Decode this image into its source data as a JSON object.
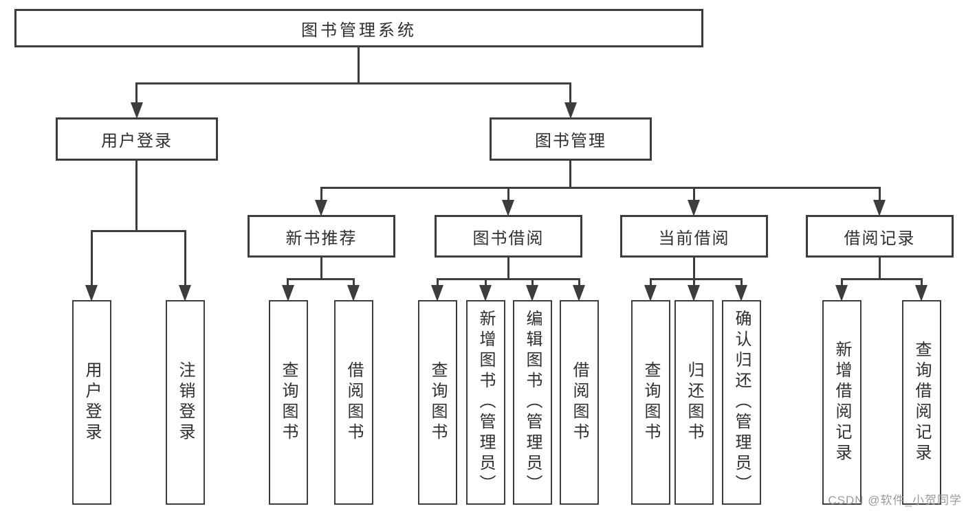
{
  "nodes": {
    "root": "图书管理系统",
    "level2": [
      "用户登录",
      "图书管理"
    ],
    "level3": [
      "新书推荐",
      "图书借阅",
      "当前借阅",
      "借阅记录"
    ],
    "leaves": {
      "user_login": [
        "用户登录",
        "注销登录"
      ],
      "new_book": [
        "查询图书",
        "借阅图书"
      ],
      "book_borrow": [
        "查询图书",
        "新增图书（管理员）",
        "编辑图书（管理员）",
        "借阅图书"
      ],
      "current_borrow": [
        "查询图书",
        "归还图书",
        "确认归还（管理员）"
      ],
      "borrow_record": [
        "新增借阅记录",
        "查询借阅记录"
      ]
    }
  },
  "watermark": "CSDN @软件_小贺同学",
  "colors": {
    "line": "#3d3d3d",
    "text": "#2f2f2f",
    "watermark": "#9a9a9a",
    "background": "#ffffff"
  }
}
